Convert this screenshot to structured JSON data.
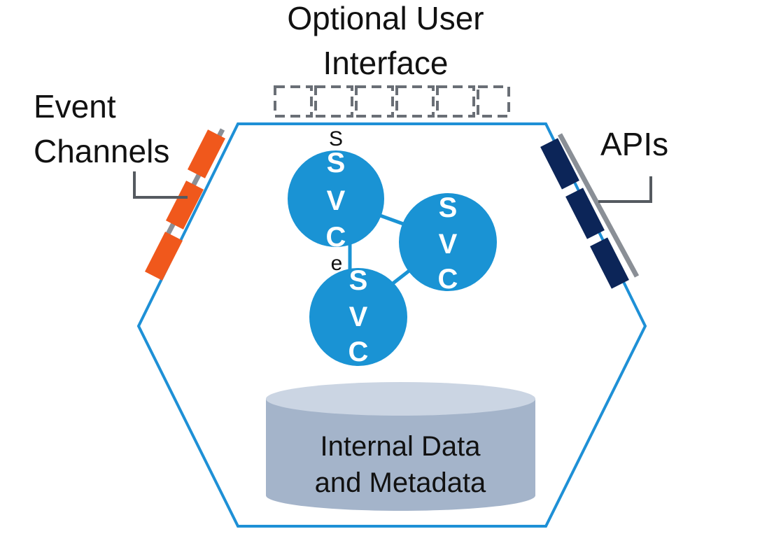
{
  "labels": {
    "ui_line1": "Optional User",
    "ui_line2": "Interface",
    "event_line1": "Event",
    "event_line2": "Channels",
    "apis": "APIs",
    "db_line1": "Internal Data",
    "db_line2": "and Metadata"
  },
  "services": [
    {
      "letters": [
        "S",
        "V",
        "C"
      ]
    },
    {
      "letters": [
        "S",
        "V",
        "C"
      ]
    },
    {
      "letters": [
        "S",
        "V",
        "C"
      ]
    }
  ],
  "loose_letters": {
    "top": "S",
    "middle": "e"
  },
  "colors": {
    "hexagon_stroke": "#1e90d6",
    "service_fill": "#1a93d4",
    "event_port": "#f0581c",
    "api_port": "#0c2558",
    "bar_gray": "#8a8f96",
    "connector": "#555a60",
    "ui_dash": "#6a6f76",
    "db_body": "#a4b4ca",
    "db_top": "#cbd5e3"
  }
}
